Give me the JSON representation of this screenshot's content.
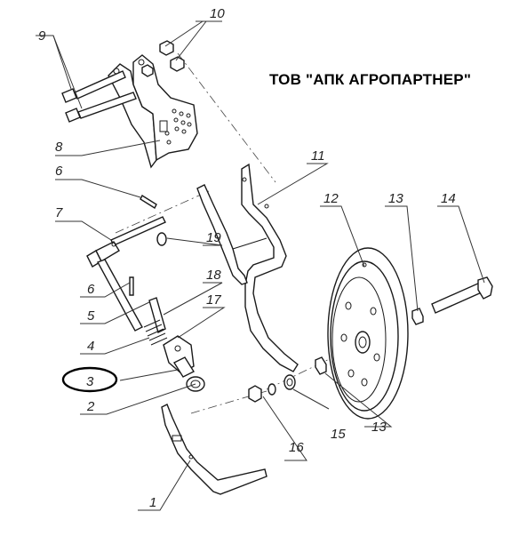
{
  "company_title": "ТОВ \"АПК АГРОПАРТНЕР\"",
  "callouts": {
    "p1": "1",
    "p2": "2",
    "p3": "3",
    "p4": "4",
    "p5": "5",
    "p6a": "6",
    "p6b": "6",
    "p7": "7",
    "p8": "8",
    "p9": "9",
    "p10": "10",
    "p11": "11",
    "p12": "12",
    "p13a": "13",
    "p13b": "13",
    "p14": "14",
    "p15": "15",
    "p16": "16",
    "p17": "17",
    "p18": "18",
    "p19": "19"
  },
  "highlight_color": "#000000"
}
